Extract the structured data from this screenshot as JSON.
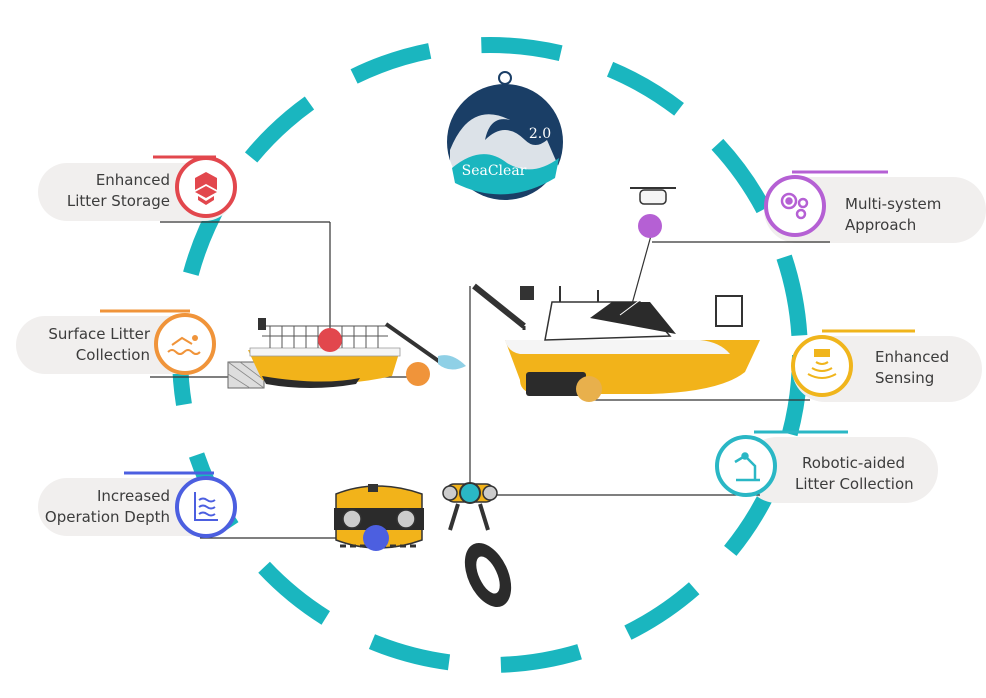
{
  "logo": {
    "brand": "SeaClear",
    "version": "2.0"
  },
  "features": [
    {
      "id": "storage",
      "line1": "Enhanced",
      "line2": "Litter Storage",
      "color": "#e2474d",
      "icon": "dropbox-box-icon"
    },
    {
      "id": "surface",
      "line1": "Surface Litter",
      "line2": "Collection",
      "color": "#f0943a",
      "icon": "swimmer-icon"
    },
    {
      "id": "depth",
      "line1": "Increased",
      "line2": "Operation Depth",
      "color": "#4c5fe0",
      "icon": "water-depth-icon"
    },
    {
      "id": "multi",
      "line1": "Multi-system",
      "line2": "Approach",
      "color": "#b560d4",
      "icon": "gears-icon"
    },
    {
      "id": "sensing",
      "line1": "Enhanced",
      "line2": "Sensing",
      "color": "#f0b51c",
      "icon": "sonar-sensor-icon"
    },
    {
      "id": "robotic",
      "line1": "Robotic-aided",
      "line2": "Litter Collection",
      "color": "#2ab7c5",
      "icon": "robot-arm-icon"
    }
  ],
  "colors": {
    "ring": "#1ab6bf",
    "boat_yellow": "#f2b31a",
    "boat_white": "#f5f5f5",
    "dark": "#2b2b2b",
    "logo_navy": "#1a3e66"
  }
}
